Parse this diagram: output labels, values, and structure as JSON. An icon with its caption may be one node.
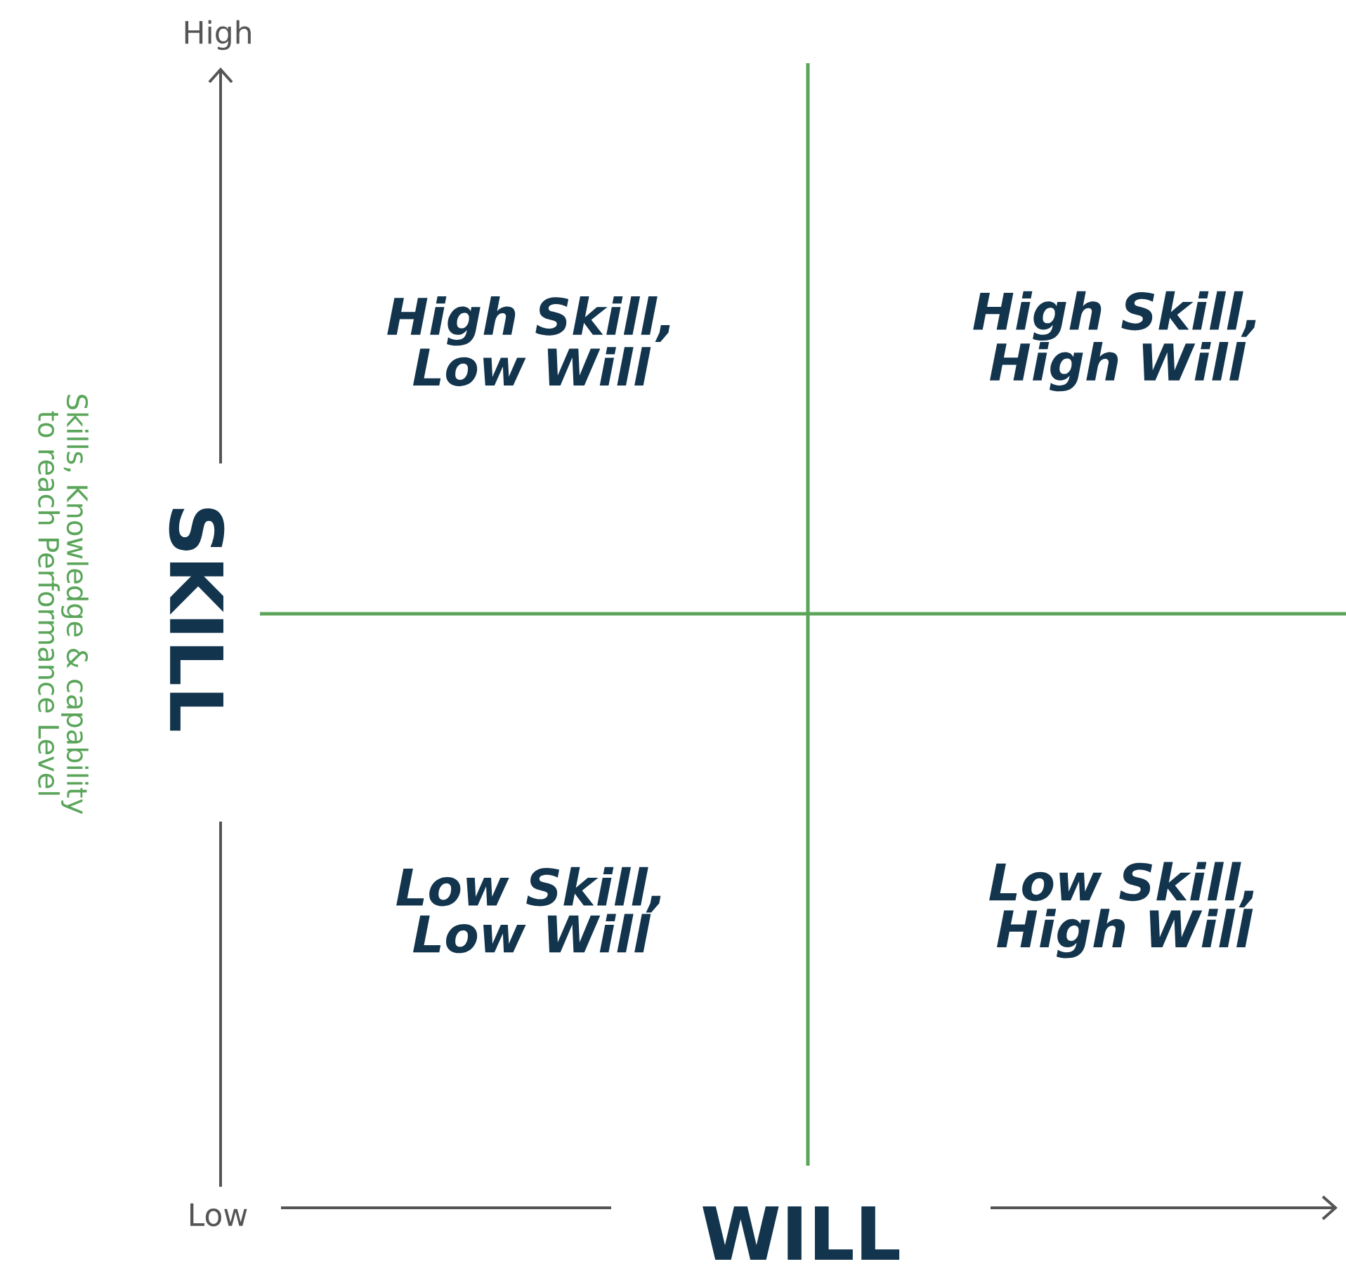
{
  "diagram": {
    "labels": [
      "High",
      "Skills, Knowledge & capability to reach Performance Level",
      "High Skill, Low Will",
      "High Skill, High Will",
      "SKILL",
      "Low Skill, Low Will",
      "Low Skill, High Will",
      "Low",
      "WILL"
    ]
  }
}
